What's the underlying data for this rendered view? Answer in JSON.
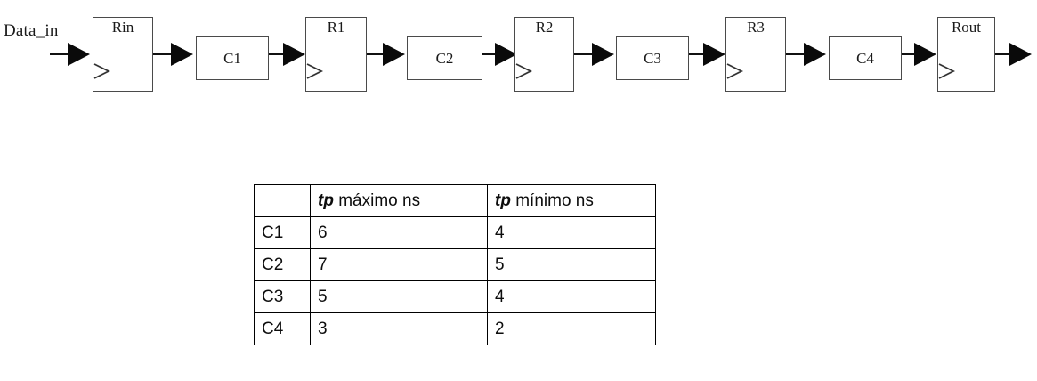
{
  "diagram": {
    "title_label": "Data_in",
    "input_label": "Data_in",
    "stages": [
      {
        "id": "rin",
        "type": "register",
        "label": "Rin"
      },
      {
        "id": "c1",
        "type": "combinational",
        "label": "C1"
      },
      {
        "id": "r1",
        "type": "register",
        "label": "R1"
      },
      {
        "id": "c2",
        "type": "combinational",
        "label": "C2"
      },
      {
        "id": "r2",
        "type": "register",
        "label": "R2"
      },
      {
        "id": "c3",
        "type": "combinational",
        "label": "C3"
      },
      {
        "id": "r3",
        "type": "register",
        "label": "R3"
      },
      {
        "id": "c4",
        "type": "combinational",
        "label": "C4"
      },
      {
        "id": "rout",
        "type": "register",
        "label": "Rout"
      }
    ],
    "clock_marker": "clock-triangle",
    "line_color": "#4a4a4a",
    "arrow_color": "#0a0a0a",
    "text_color": "#1a1a1a"
  },
  "table": {
    "corner_label": "",
    "headers": [
      {
        "emph": "tp",
        "rest": " máximo ns"
      },
      {
        "emph": "tp",
        "rest": " mínimo ns"
      }
    ],
    "header_max_emph": "tp",
    "header_max_rest": " máximo ns",
    "header_min_emph": "tp",
    "header_min_rest": " mínimo ns",
    "rows": [
      {
        "label": "C1",
        "max": "6",
        "min": "4"
      },
      {
        "label": "C2",
        "max": "7",
        "min": "5"
      },
      {
        "label": "C3",
        "max": "5",
        "min": "4"
      },
      {
        "label": "C4",
        "max": "3",
        "min": "2"
      }
    ],
    "border_color": "#000000"
  }
}
